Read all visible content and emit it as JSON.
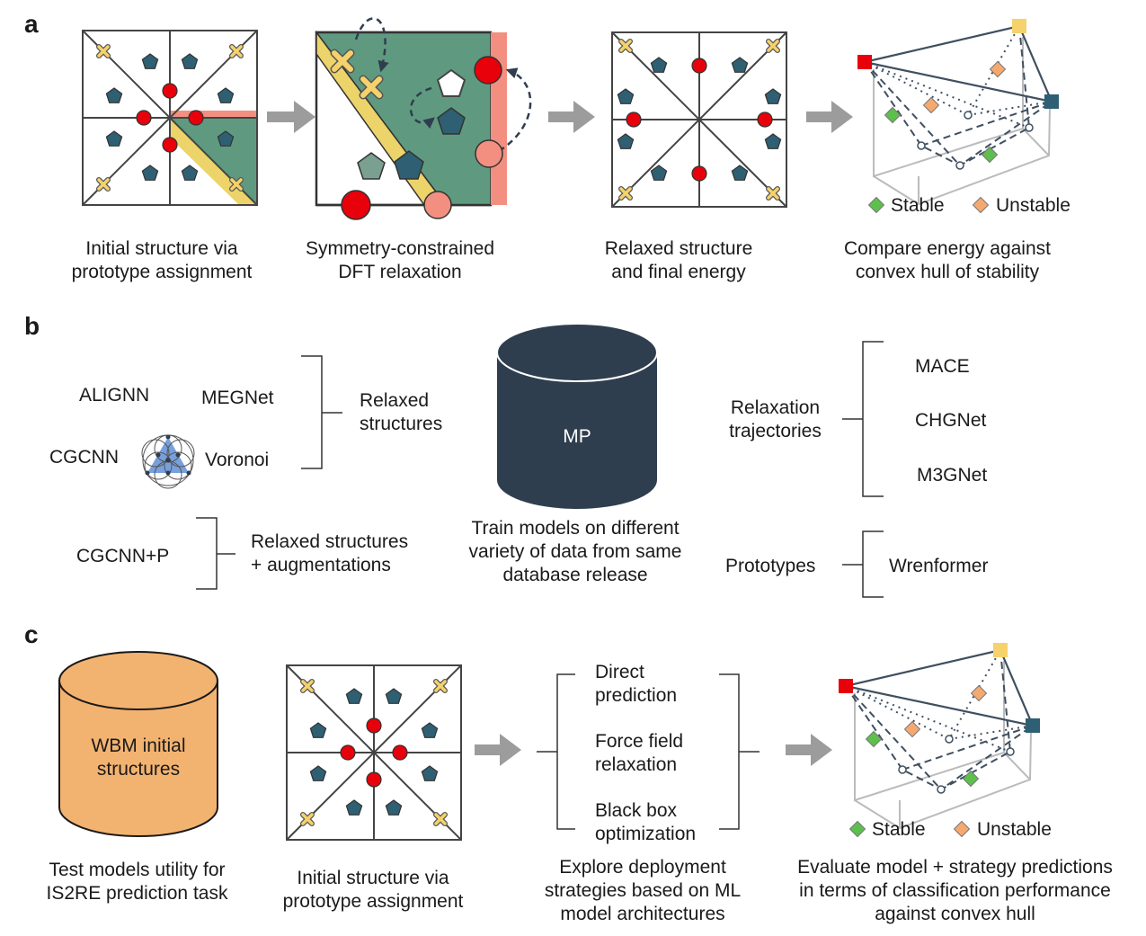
{
  "panels": {
    "a": {
      "letter": "a",
      "captions": [
        [
          "Initial structure via",
          "prototype assignment"
        ],
        [
          "Symmetry-constrained",
          "DFT relaxation"
        ],
        [
          "Relaxed structure",
          "and final energy"
        ],
        [
          "Compare energy against",
          "convex hull of stability"
        ]
      ],
      "legend": {
        "stable": "Stable",
        "unstable": "Unstable"
      }
    },
    "b": {
      "letter": "b",
      "models_relaxed": [
        "ALIGNN",
        "MEGNet",
        "CGCNN",
        "Voronoi"
      ],
      "relaxed_label": [
        "Relaxed",
        "structures"
      ],
      "aug_model": "CGCNN+P",
      "aug_label": [
        "Relaxed structures",
        "+ augmentations"
      ],
      "db_label": "MP",
      "db_caption": [
        "Train models on different",
        "variety of data from same",
        "database release"
      ],
      "traj_label": [
        "Relaxation",
        "trajectories"
      ],
      "traj_models": [
        "MACE",
        "CHGNet",
        "M3GNet"
      ],
      "proto_label": "Prototypes",
      "proto_model": "Wrenformer"
    },
    "c": {
      "letter": "c",
      "db_label": [
        "WBM initial",
        "structures"
      ],
      "db_caption": [
        "Test models utility for",
        "IS2RE prediction task"
      ],
      "struct_caption": [
        "Initial structure via",
        "prototype assignment"
      ],
      "strategies": [
        [
          "Direct",
          "prediction"
        ],
        [
          "Force field",
          "relaxation"
        ],
        [
          "Black box",
          "optimization"
        ]
      ],
      "strategy_caption": [
        "Explore deployment",
        "strategies based on ML",
        "model architectures"
      ],
      "legend": {
        "stable": "Stable",
        "unstable": "Unstable"
      },
      "hull_caption": [
        "Evaluate model + strategy predictions",
        "in terms of classification performance",
        "against convex hull"
      ]
    }
  },
  "colors": {
    "red": "#e8000b",
    "salmon": "#f28f80",
    "teal": "#2f5f73",
    "teal_light": "#79a090",
    "green_region": "#5f9a80",
    "yellow_region": "#ecd46a",
    "yellow_node": "#f5d26b",
    "db_dark": "#2f3e4f",
    "db_orange": "#f3b370",
    "stable": "#5ec04c",
    "unstable": "#f5a970",
    "frame": "#3f4f60",
    "arrow": "#9c9c9c"
  }
}
